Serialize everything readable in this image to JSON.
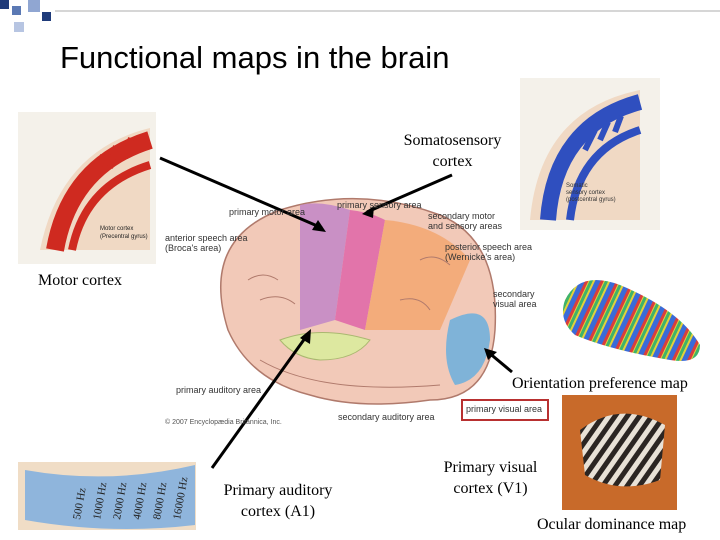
{
  "slide": {
    "title": "Functional maps in the brain"
  },
  "callouts": {
    "somatosensory": [
      "Somatosensory",
      "cortex"
    ],
    "motor": "Motor cortex",
    "orientation": "Orientation preference map",
    "primary_auditory": [
      "Primary auditory",
      "cortex (A1)"
    ],
    "primary_visual": [
      "Primary visual",
      "cortex (V1)"
    ],
    "ocular": "Ocular dominance map"
  },
  "brain_labels": {
    "primary_motor": "primary motor area",
    "primary_sensory": "primary sensory area",
    "secondary_motor": [
      "secondary motor",
      "and sensory areas"
    ],
    "anterior_speech": [
      "anterior speech area",
      "(Broca's area)"
    ],
    "posterior_speech": [
      "posterior speech area",
      "(Wernicke's area)"
    ],
    "secondary_visual": [
      "secondary",
      "visual area"
    ],
    "primary_auditory": "primary auditory area",
    "secondary_auditory": "secondary auditory area",
    "primary_visual": "primary visual area",
    "copyright": "© 2007 Encyclopædia Britannica, Inc."
  },
  "inset_labels": {
    "motor_inset": [
      "Motor cortex",
      "(Precentral gyrus)"
    ],
    "sensory_inset": [
      "Somatic",
      "sensory cortex",
      "(postcentral gyrus)"
    ],
    "cochlea_freqs": [
      "500 Hz",
      "1000 Hz",
      "2000 Hz",
      "4000 Hz",
      "8000 Hz",
      "16000 Hz"
    ]
  },
  "colors": {
    "motor_strip": "#c48ac7",
    "sensory_strip": "#e06aa8",
    "auditory": "#dde8a0",
    "visual": "#7fb3d8",
    "frontal": "#f2c9b8",
    "parietal": "#f3a974",
    "title_deco": "#1f3b7a"
  }
}
